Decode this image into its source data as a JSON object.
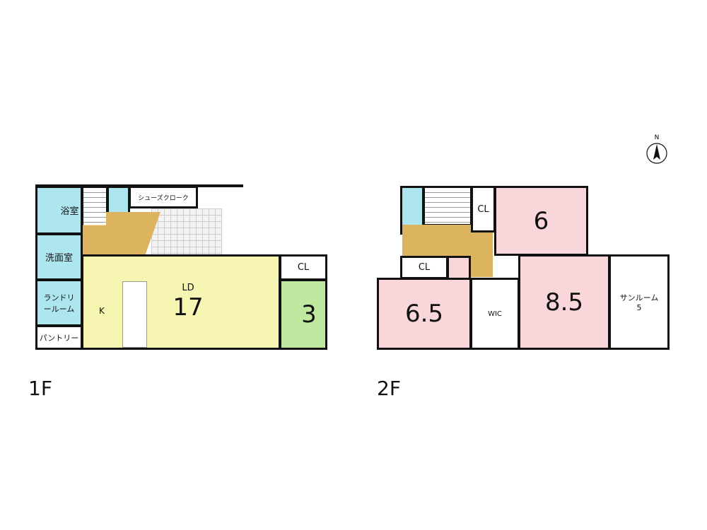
{
  "floor1": {
    "label": "1F",
    "rooms": {
      "bath": "浴室",
      "washroom": "洗面室",
      "laundry": "ランドリールーム",
      "pantry": "パントリー",
      "shoe_closet": "シューズクローク",
      "kitchen": "K",
      "ld": "LD",
      "ld_size": "17",
      "closet": "CL",
      "washitsu_size": "3"
    }
  },
  "floor2": {
    "label": "2F",
    "rooms": {
      "closet_a": "CL",
      "room_6": "6",
      "closet_b": "CL",
      "room_65": "6.5",
      "wic": "WIC",
      "room_85": "8.5",
      "sunroom": "サンルーム",
      "sunroom_size": "5"
    }
  },
  "compass": {
    "label": "N"
  },
  "colors": {
    "wet": "#aee6f0",
    "ld": "#f7f5b2",
    "tatami": "#bfe9a0",
    "bedroom": "#f9d6d9",
    "hall": "#dcb35e"
  }
}
